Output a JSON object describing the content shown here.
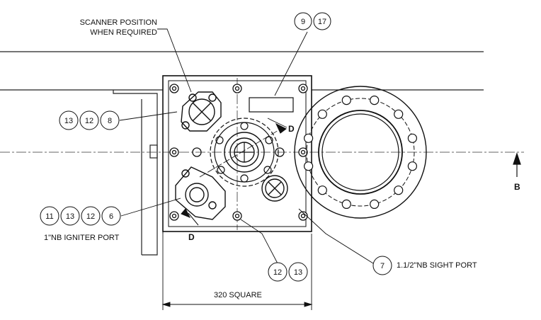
{
  "labels": {
    "scanner_line1": "SCANNER POSITION",
    "scanner_line2": "WHEN REQUIRED",
    "igniter_port": "1\"NB IGNITER PORT",
    "sight_port": "1.1/2\"NB SIGHT PORT",
    "dimension": "320 SQUARE",
    "view_d_top": "D",
    "view_d_bottom": "D",
    "section_b": "B"
  },
  "balloons": {
    "top": [
      "9",
      "17"
    ],
    "left_upper": [
      "13",
      "12",
      "8"
    ],
    "left_lower": [
      "11",
      "13",
      "12",
      "6"
    ],
    "bottom": [
      "12",
      "13"
    ],
    "sight": [
      "7"
    ]
  }
}
